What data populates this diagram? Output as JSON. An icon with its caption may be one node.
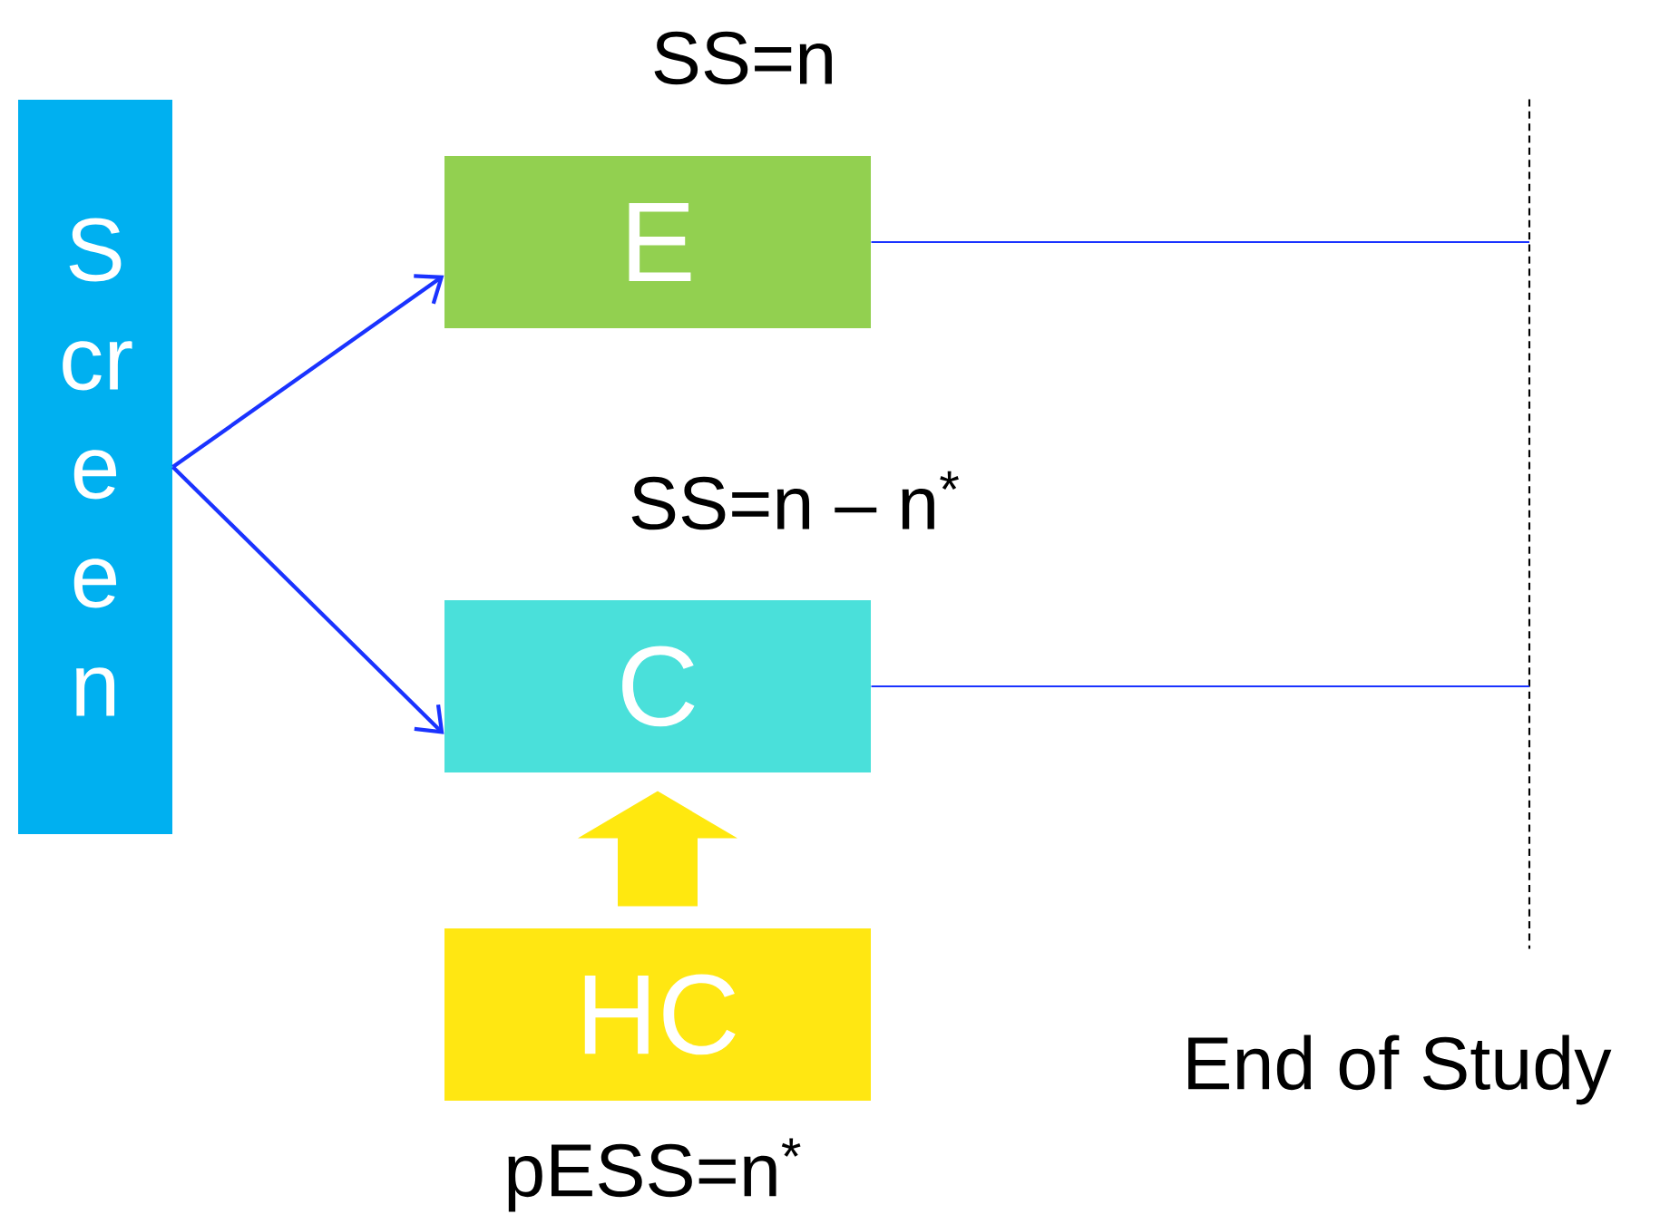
{
  "diagram": {
    "nodes": [
      {
        "text": [
          "S cr e e n"
        ]
      },
      {
        "text": [
          "E"
        ],
        "beside": [
          "SS=n"
        ]
      },
      {
        "text": [
          "C"
        ],
        "beside": [
          "SS=n – n$^{*}$"
        ]
      },
      {
        "text": [
          "HC"
        ],
        "beside": [
          "pESS=n$^{*}$"
        ]
      },
      {
        "text": [],
        "shape": "bar",
        "beside": [
          "End of Study"
        ]
      }
    ],
    "edges": [
      {
        "from": 0,
        "to": 1,
        "arrow": "to"
      },
      {
        "from": 0,
        "to": 2,
        "arrow": "to"
      },
      {
        "from": 3,
        "to": 2,
        "arrow": "to",
        "style": "thick",
        "color": "#ffe80f"
      },
      {
        "from": 1,
        "to": 4,
        "arrow": "none"
      },
      {
        "from": 2,
        "to": 4,
        "arrow": "none"
      }
    ]
  }
}
